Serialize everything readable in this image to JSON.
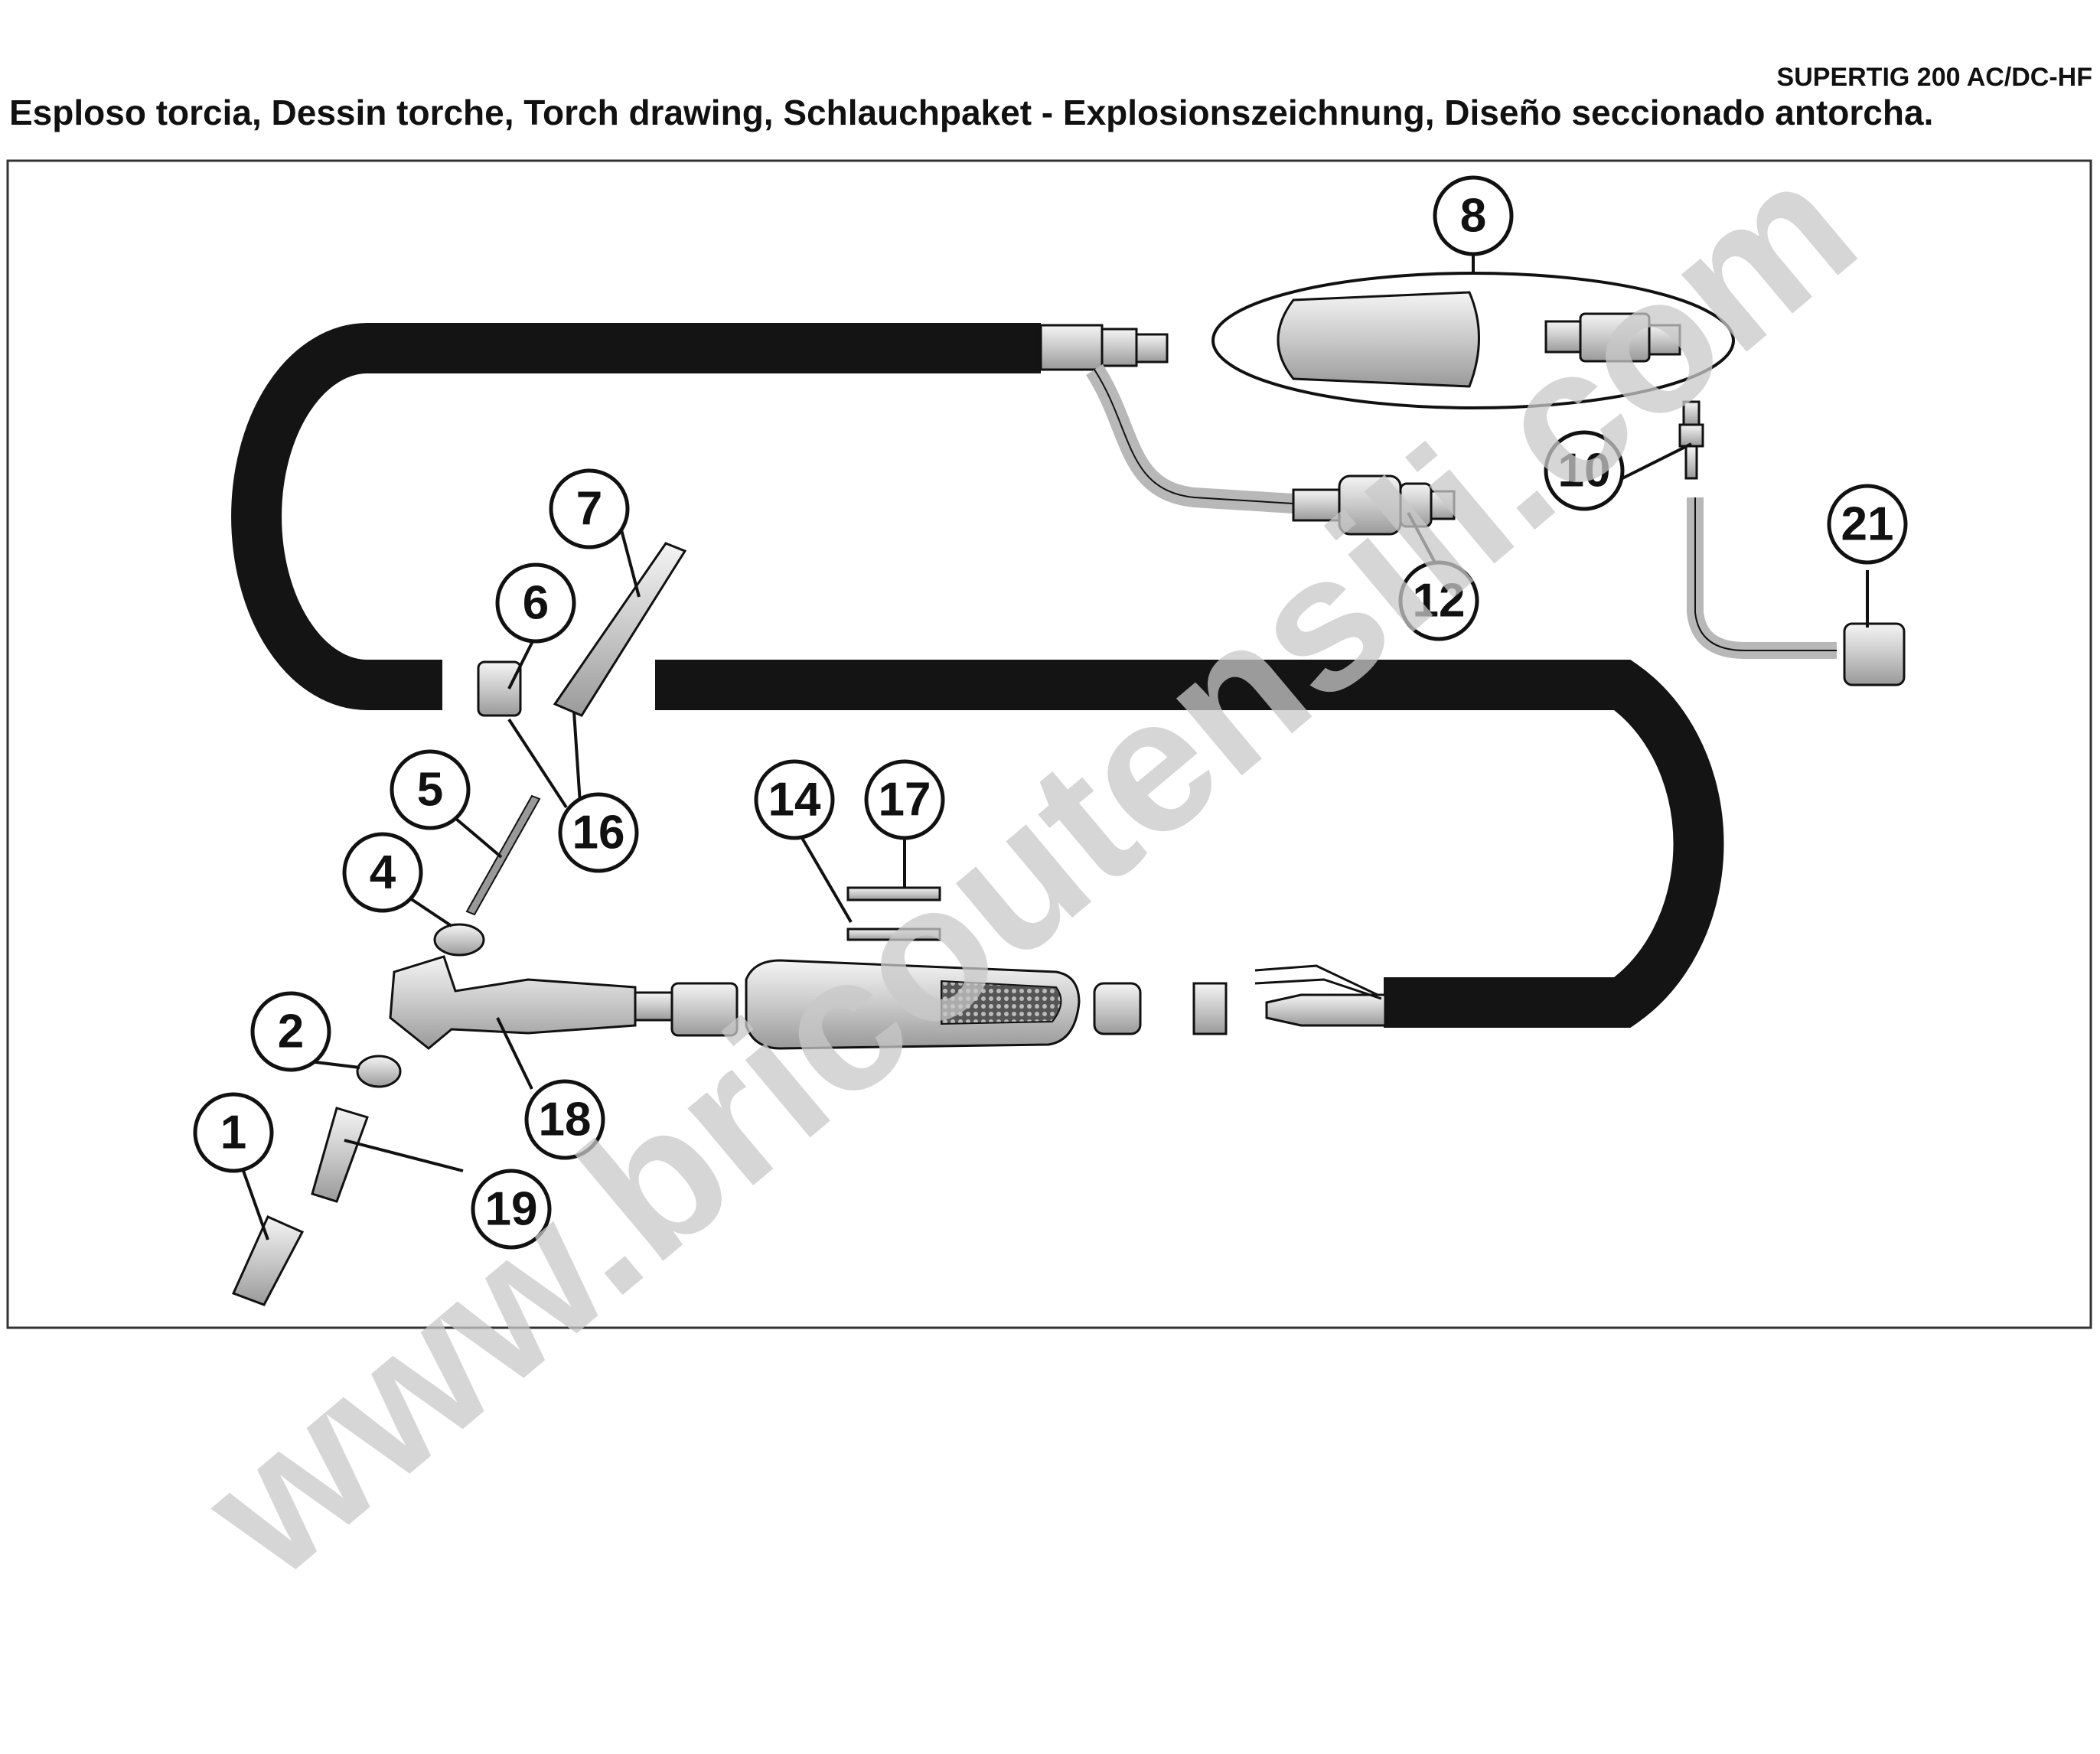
{
  "header": {
    "model": "SUPERTIG 200 AC/DC-HF",
    "title": "Esploso torcia, Dessin torche, Torch drawing, Schlauchpaket - Explosionszeichnung, Diseño seccionado antorcha."
  },
  "callouts": [
    "1",
    "2",
    "4",
    "5",
    "6",
    "7",
    "8",
    "10",
    "12",
    "14",
    "16",
    "17",
    "18",
    "19",
    "21"
  ],
  "watermark": "www.bricoutensili.com",
  "colors": {
    "hose": "#141414",
    "part_fill": "#d9d9d9",
    "line": "#111111",
    "watermark": "#c8c8c8"
  }
}
